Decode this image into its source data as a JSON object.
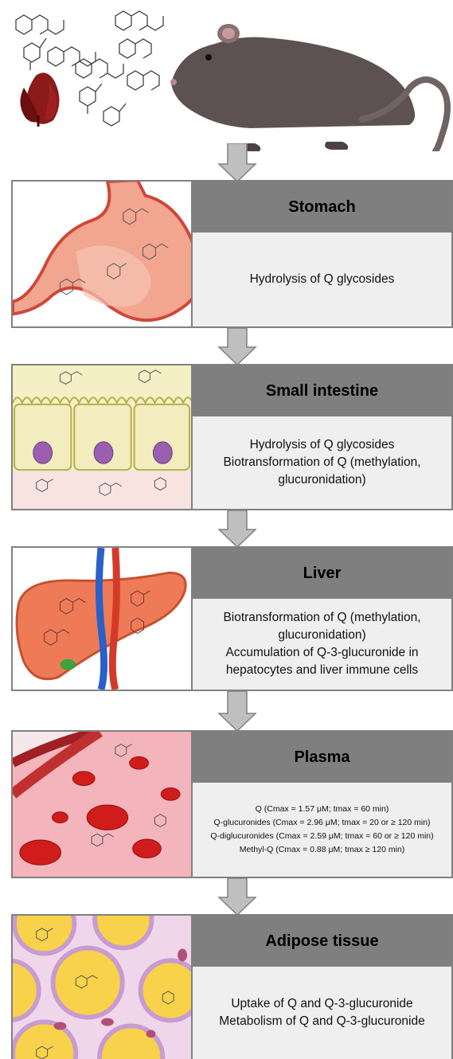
{
  "stages": [
    {
      "title": "Stomach",
      "lines": [
        "Hydrolysis of Q glycosides"
      ]
    },
    {
      "title": "Small intestine",
      "lines": [
        "Hydrolysis of Q glycosides",
        "Biotransformation of Q (methylation,",
        "glucuronidation)"
      ]
    },
    {
      "title": "Liver",
      "lines": [
        "Biotransformation of Q (methylation,",
        "glucuronidation)",
        "Accumulation of Q-3-glucuronide in",
        "hepatocytes and liver immune cells"
      ]
    },
    {
      "title": "Plasma",
      "lines": [
        "Q (Cmax = 1.57 μM; tmax = 60 min)",
        "Q-glucuronides (Cmax = 2.96 μM; tmax = 20 or ≥ 120 min)",
        "Q-diglucuronides (Cmax = 2.59 μM; tmax = 60 or ≥ 120 min)",
        "Methyl-Q (Cmax = 0.88 μM; tmax ≥ 120 min)"
      ]
    },
    {
      "title": "Adipose tissue",
      "lines": [
        "Uptake of Q and Q-3-glucuronide",
        "Metabolism of Q and Q-3-glucuronide"
      ]
    }
  ],
  "colors": {
    "header": "#7f7f7f",
    "body": "#efefef",
    "border": "#808080",
    "arrow": "#bfbfbf"
  }
}
